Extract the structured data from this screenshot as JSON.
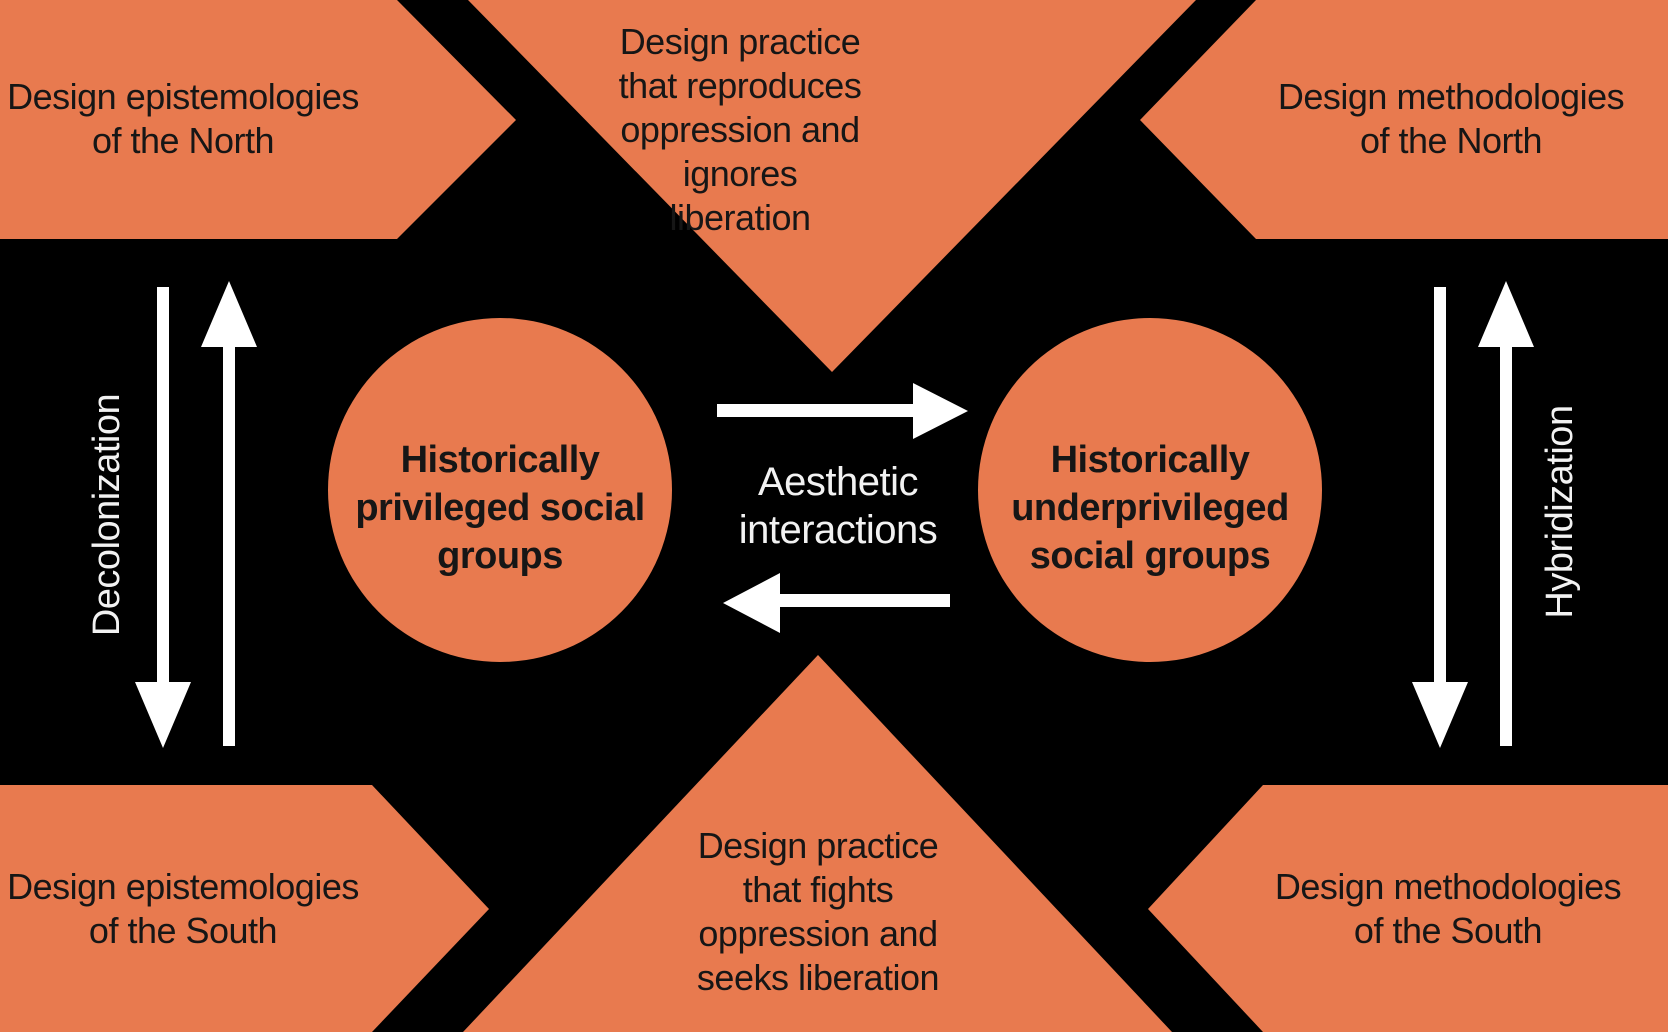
{
  "colors": {
    "background": "#000000",
    "shape_orange": "#e87a4f",
    "text_dark": "#161616",
    "text_light": "#f2f2f2",
    "arrow_white": "#ffffff"
  },
  "corners": {
    "top_left": {
      "label": "Design epistemologies\nof the North"
    },
    "top_right": {
      "label": "Design methodologies\nof the North"
    },
    "bottom_left": {
      "label": "Design epistemologies\nof the South"
    },
    "bottom_right": {
      "label": "Design methodologies\nof the South"
    }
  },
  "triangles": {
    "top": {
      "label": "Design practice\nthat reproduces\noppression and\nignores\nliberation"
    },
    "bottom": {
      "label": "Design practice\nthat fights\noppression and\nseeks liberation"
    }
  },
  "circles": {
    "left": {
      "label": "Historically\nprivileged social\ngroups"
    },
    "right": {
      "label": "Historically\nunderprivileged\nsocial groups"
    }
  },
  "center": {
    "label": "Aesthetic\ninteractions"
  },
  "side_labels": {
    "left": "Decolonization",
    "right": "Hybridization"
  }
}
